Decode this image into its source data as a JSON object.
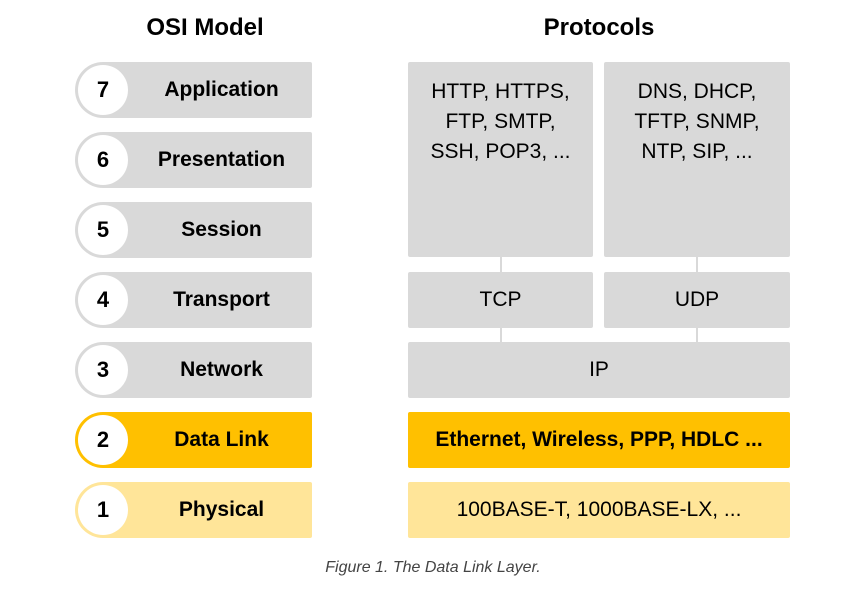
{
  "headings": {
    "osi": "OSI Model",
    "protocols": "Protocols"
  },
  "layers": [
    {
      "number": "7",
      "name": "Application"
    },
    {
      "number": "6",
      "name": "Presentation"
    },
    {
      "number": "5",
      "name": "Session"
    },
    {
      "number": "4",
      "name": "Transport"
    },
    {
      "number": "3",
      "name": "Network"
    },
    {
      "number": "2",
      "name": "Data Link"
    },
    {
      "number": "1",
      "name": "Physical"
    }
  ],
  "protocols": {
    "app_tcp": [
      "HTTP, HTTPS,",
      "FTP, SMTP,",
      "SSH, POP3, ..."
    ],
    "app_udp": [
      "DNS, DHCP,",
      "TFTP, SNMP,",
      "NTP, SIP, ..."
    ],
    "tcp": "TCP",
    "udp": "UDP",
    "ip": "IP",
    "datalink": "Ethernet, Wireless, PPP, HDLC ...",
    "physical": "100BASE-T, 1000BASE-LX, ..."
  },
  "colors": {
    "gray": "#d9d9d9",
    "highlight": "#ffc000",
    "light": "#ffe599"
  },
  "caption": "Figure 1. The Data Link Layer."
}
